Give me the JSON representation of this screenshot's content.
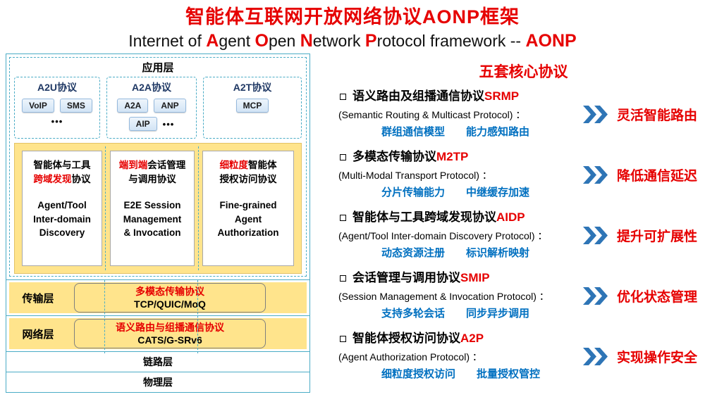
{
  "colors": {
    "accent_red": "#e60000",
    "feature_blue": "#0070c0",
    "panel_teal": "#4bacc6",
    "layer_yellow": "#ffe48c",
    "chip_blue": "#deebf7",
    "chevron_blue": "#2e75b6"
  },
  "header": {
    "title": "智能体互联网开放网络协议AONP框架",
    "subtitle_parts": [
      {
        "text": "Internet of "
      },
      {
        "text": "A",
        "red": true
      },
      {
        "text": "gent "
      },
      {
        "text": "O",
        "red": true
      },
      {
        "text": "pen "
      },
      {
        "text": "N",
        "red": true
      },
      {
        "text": "etwork "
      },
      {
        "text": "P",
        "red": true
      },
      {
        "text": "rotocol framework -- "
      },
      {
        "text": "AONP",
        "red": true
      }
    ]
  },
  "stack": {
    "application": {
      "label": "应用层",
      "groups": [
        {
          "title": "A2U协议",
          "chips": [
            "VoIP",
            "SMS"
          ],
          "more": "•••"
        },
        {
          "title": "A2A协议",
          "chips": [
            "A2A",
            "ANP",
            "AIP"
          ],
          "more": "•••"
        },
        {
          "title": "A2T协议",
          "chips": [
            "MCP"
          ]
        }
      ],
      "cards": [
        {
          "l1_black": "智能体与工具",
          "l2_red": "跨域发现",
          "l2_black": "协议",
          "en1": "Agent/Tool",
          "en2": "Inter-domain",
          "en3": "Discovery"
        },
        {
          "l1_red": "端到端",
          "l1_black": "会话管理",
          "l2_black": "与调用协议",
          "en1": "E2E Session",
          "en2": "Management",
          "en3": "& Invocation"
        },
        {
          "l1_red": "细粒度",
          "l1_black": "智能体",
          "l2_black": "授权访问协议",
          "en1": "Fine-grained",
          "en2": "Agent",
          "en3": "Authorization"
        }
      ]
    },
    "transport": {
      "label": "传输层",
      "protocol_red": "多模态传输协议",
      "protocol_black": "TCP/QUIC/MoQ"
    },
    "network": {
      "label": "网络层",
      "protocol_red": "语义路由与组播通信协议",
      "protocol_black": "CATS/G-SRv6"
    },
    "link": {
      "label": "链路层"
    },
    "physical": {
      "label": "物理层"
    }
  },
  "right": {
    "heading": "五套核心协议",
    "protocols": [
      {
        "name_cn": "语义路由及组播通信协议",
        "abbr": "SRMP",
        "en": "(Semantic Routing & Multicast Protocol) ：",
        "feature1": "群组通信模型",
        "feature2": "能力感知路由",
        "benefit": "灵活智能路由"
      },
      {
        "name_cn": "多模态传输协议",
        "abbr": "M2TP",
        "en": "(Multi-Modal Transport Protocol) ：",
        "feature1": "分片传输能力",
        "feature2": "中继缓存加速",
        "benefit": "降低通信延迟"
      },
      {
        "name_cn": "智能体与工具跨域发现协议",
        "abbr": "AIDP",
        "en": "(Agent/Tool Inter-domain Discovery Protocol) ：",
        "feature1": "动态资源注册",
        "feature2": "标识解析映射",
        "benefit": "提升可扩展性"
      },
      {
        "name_cn": "会话管理与调用协议",
        "abbr": "SMIP",
        "en": "(Session Management & Invocation Protocol) ：",
        "feature1": "支持多轮会话",
        "feature2": "同步异步调用",
        "benefit": "优化状态管理"
      },
      {
        "name_cn": "智能体授权访问协议",
        "abbr": "A2P",
        "en": "(Agent Authorization Protocol) ：",
        "feature1": "细粒度授权访问",
        "feature2": "批量授权管控",
        "benefit": "实现操作安全"
      }
    ]
  }
}
